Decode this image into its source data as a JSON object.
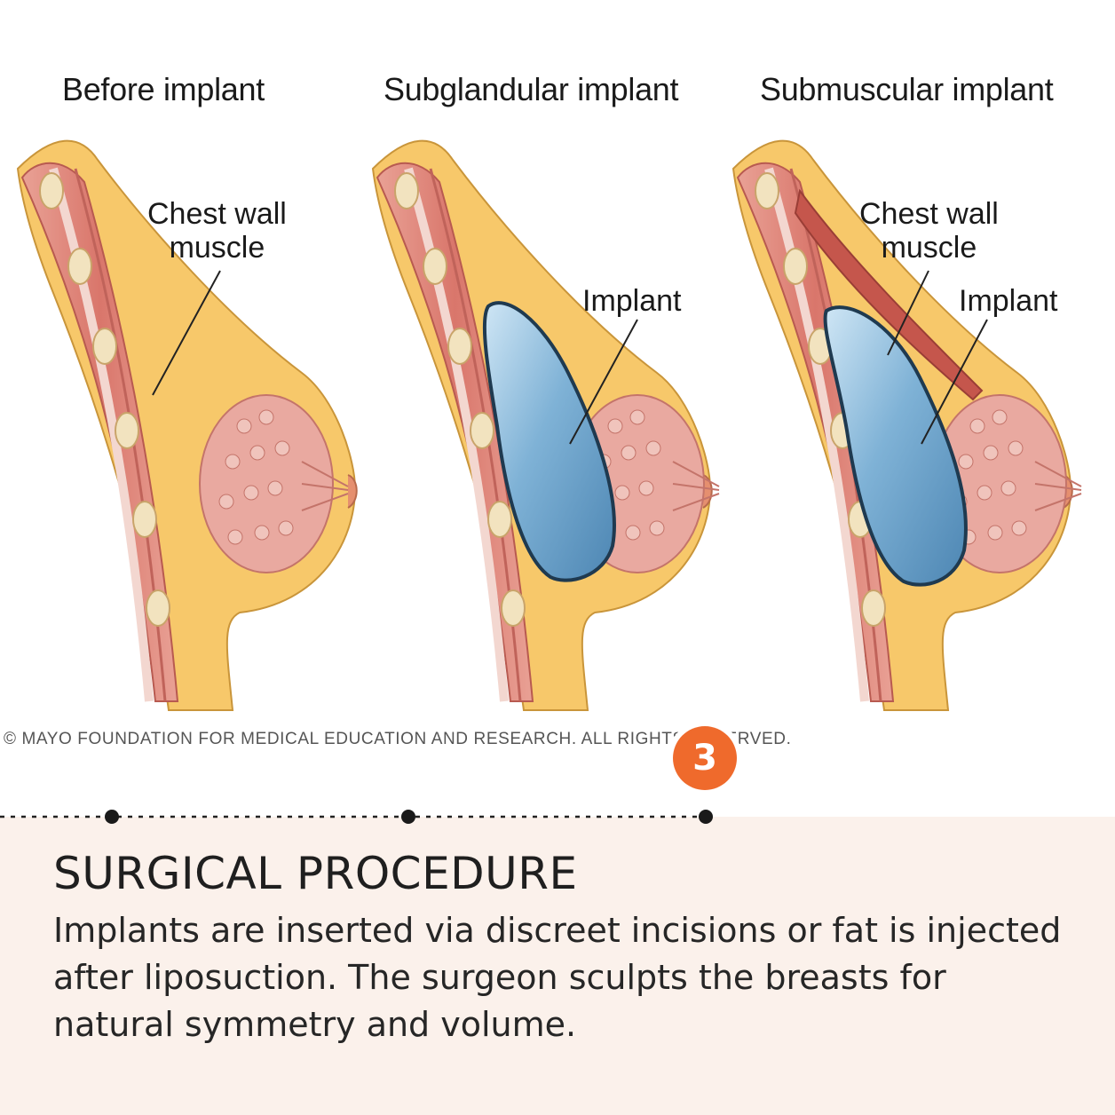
{
  "diagram": {
    "columns": [
      {
        "title": "Before implant"
      },
      {
        "title": "Subglandular implant"
      },
      {
        "title": "Submuscular implant"
      }
    ],
    "annotations": {
      "chest_wall_muscle": "Chest wall\nmuscle",
      "implant": "Implant"
    },
    "copyright": "© MAYO FOUNDATION FOR MEDICAL EDUCATION AND RESEARCH. ALL RIGHTS RESERVED."
  },
  "step": {
    "number": "3"
  },
  "content": {
    "heading": "SURGICAL PROCEDURE",
    "body": "Implants are inserted via discreet incisions or fat is injected after liposuction. The surgeon sculpts the breasts for natural symmetry and volume."
  },
  "colors": {
    "accent": "#ef6a2c",
    "panel": "#fbf1eb",
    "muscle": "#d9766b",
    "fat": "#f7c86a",
    "implant": "#7fb2d6"
  }
}
